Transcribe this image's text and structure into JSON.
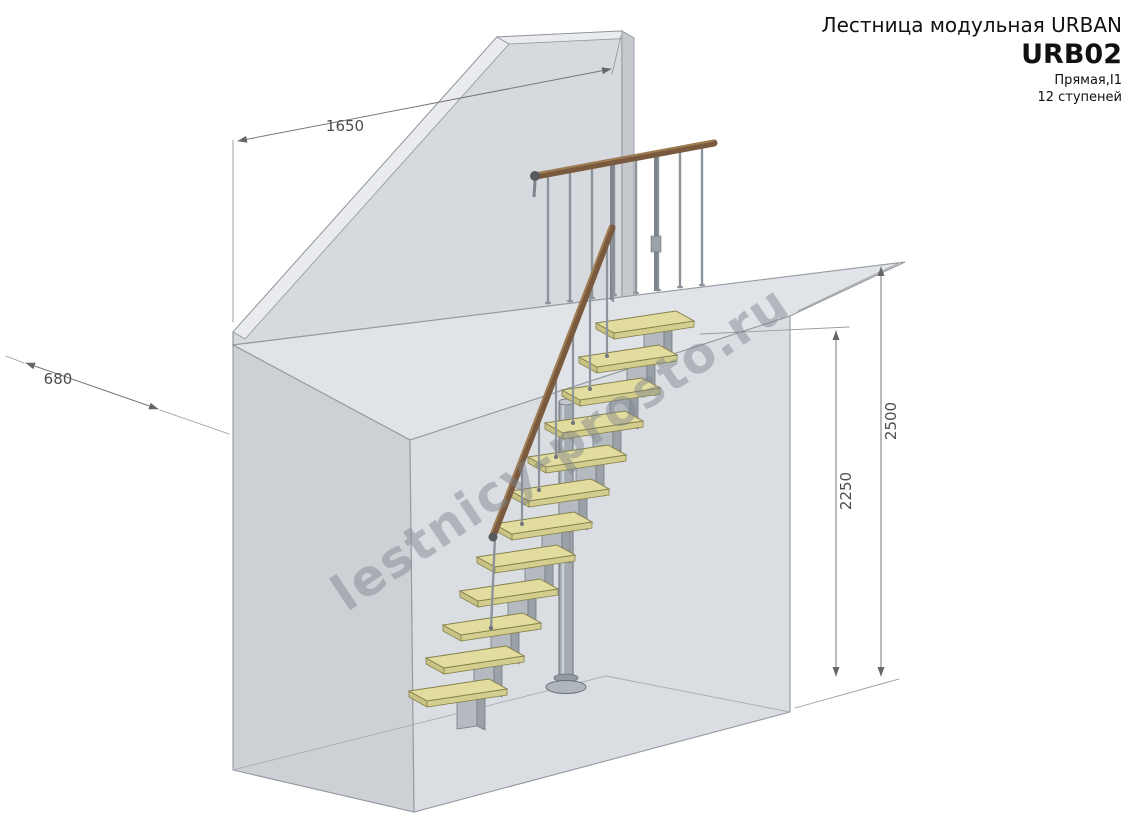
{
  "header": {
    "title": "Лестница модульная URBAN",
    "model": "URB02",
    "type_label": "Прямая,I1",
    "steps_label": "12 ступеней"
  },
  "watermark": "lestnicy-prosto.ru",
  "dimensions": {
    "wall_width": "1650",
    "platform_depth": "680",
    "room_height": "2500",
    "stair_rise": "2250"
  },
  "colors": {
    "wall": "#d6d9dd",
    "wall_top": "#e9ebee",
    "platform": "#e0e3e7",
    "left_face": "#cdd1d5",
    "front_face": "#d8dbdf",
    "tread_wood": "#e2dc9e",
    "handrail_wood": "#7a5a3e",
    "metal": "#9aa1a8",
    "dimension_line": "#8a8a8a",
    "watermark_gray": "#7d838c"
  }
}
